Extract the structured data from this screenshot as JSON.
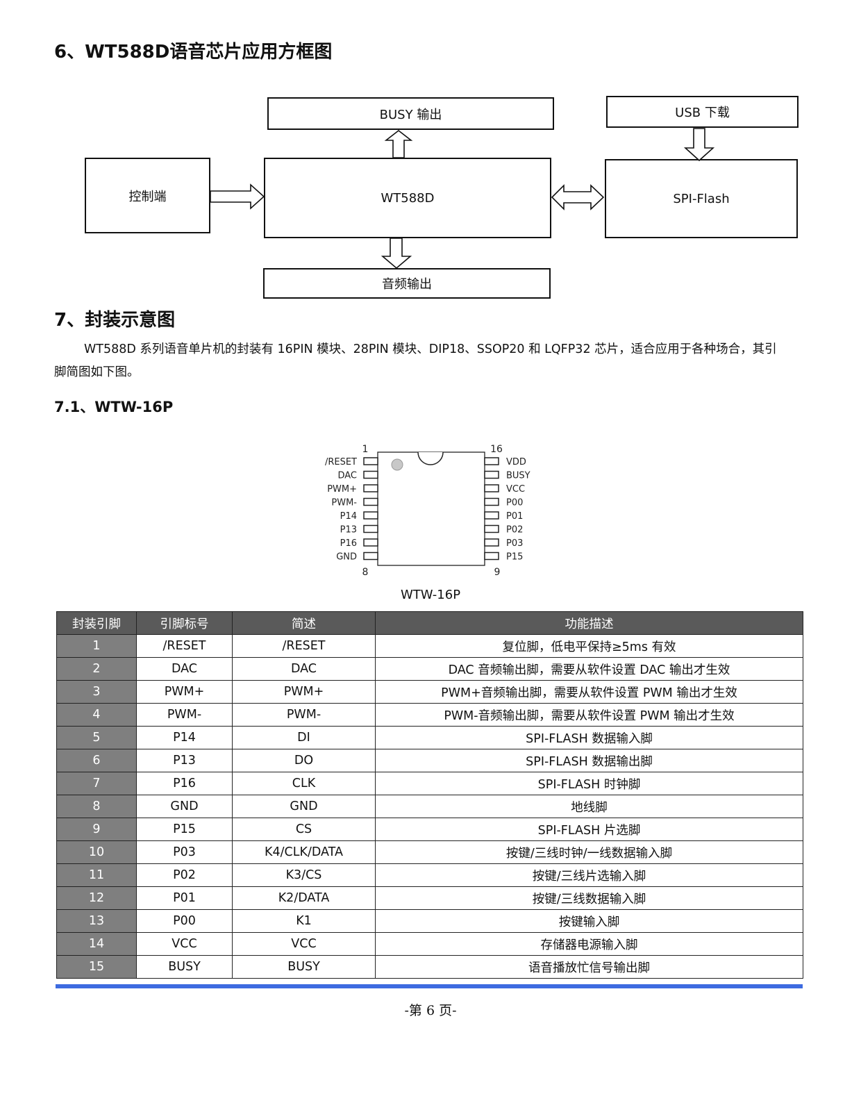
{
  "section6": {
    "title": "6、WT588D语音芯片应用方框图"
  },
  "diagram": {
    "busy_out": "BUSY 输出",
    "usb_download": "USB 下载",
    "controller": "控制端",
    "chip": "WT588D",
    "spi_flash": "SPI-Flash",
    "audio_out": "音频输出"
  },
  "section7": {
    "title": "7、封装示意图",
    "paragraph_line1": "WT588D 系列语音单片机的封装有 16PIN 模块、28PIN 模块、DIP18、SSOP20 和 LQFP32 芯片，适合应用于各种场合，其引",
    "paragraph_line2": "脚简图如下图。"
  },
  "section71": {
    "title": "7.1、WTW-16P"
  },
  "package": {
    "caption": "WTW-16P",
    "pin_1": "1",
    "pin_16": "16",
    "pin_8": "8",
    "pin_9": "9",
    "left_pins": [
      "/RESET",
      "DAC",
      "PWM+",
      "PWM-",
      "P14",
      "P13",
      "P16",
      "GND"
    ],
    "right_pins": [
      "VDD",
      "BUSY",
      "VCC",
      "P00",
      "P01",
      "P02",
      "P03",
      "P15"
    ]
  },
  "table": {
    "headers": [
      "封装引脚",
      "引脚标号",
      "简述",
      "功能描述"
    ],
    "rows": [
      [
        "1",
        "/RESET",
        "/RESET",
        "复位脚，低电平保持≥5ms 有效"
      ],
      [
        "2",
        "DAC",
        "DAC",
        "DAC 音频输出脚，需要从软件设置 DAC 输出才生效"
      ],
      [
        "3",
        "PWM+",
        "PWM+",
        "PWM+音频输出脚，需要从软件设置 PWM 输出才生效"
      ],
      [
        "4",
        "PWM-",
        "PWM-",
        "PWM-音频输出脚，需要从软件设置 PWM 输出才生效"
      ],
      [
        "5",
        "P14",
        "DI",
        "SPI-FLASH 数据输入脚"
      ],
      [
        "6",
        "P13",
        "DO",
        "SPI-FLASH 数据输出脚"
      ],
      [
        "7",
        "P16",
        "CLK",
        "SPI-FLASH 时钟脚"
      ],
      [
        "8",
        "GND",
        "GND",
        "地线脚"
      ],
      [
        "9",
        "P15",
        "CS",
        "SPI-FLASH 片选脚"
      ],
      [
        "10",
        "P03",
        "K4/CLK/DATA",
        "按键/三线时钟/一线数据输入脚"
      ],
      [
        "11",
        "P02",
        "K3/CS",
        "按键/三线片选输入脚"
      ],
      [
        "12",
        "P01",
        "K2/DATA",
        "按键/三线数据输入脚"
      ],
      [
        "13",
        "P00",
        "K1",
        "按键输入脚"
      ],
      [
        "14",
        "VCC",
        "VCC",
        "存储器电源输入脚"
      ],
      [
        "15",
        "BUSY",
        "BUSY",
        "语音播放忙信号输出脚"
      ]
    ]
  },
  "footer": {
    "page": "-第 6 页-"
  },
  "colors": {
    "header_bg": "#5a5a5a",
    "num_bg": "#7f7f7f",
    "rule": "#3d6be0"
  }
}
